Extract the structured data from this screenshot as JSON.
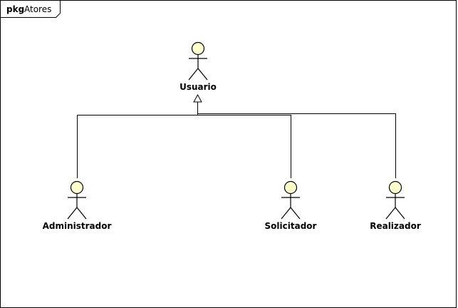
{
  "frame": {
    "keyword": "pkg",
    "name": "Atores"
  },
  "actors": [
    {
      "id": "usuario",
      "label": "Usuario"
    },
    {
      "id": "administrador",
      "label": "Administrador"
    },
    {
      "id": "solicitador",
      "label": "Solicitador"
    },
    {
      "id": "realizador",
      "label": "Realizador"
    }
  ],
  "generalizations": [
    {
      "from": "administrador",
      "to": "usuario"
    },
    {
      "from": "solicitador",
      "to": "usuario"
    },
    {
      "from": "realizador",
      "to": "usuario"
    }
  ],
  "colors": {
    "actor_head_fill": "#FFFFCC",
    "line": "#000000",
    "background": "#FFFFFF"
  }
}
